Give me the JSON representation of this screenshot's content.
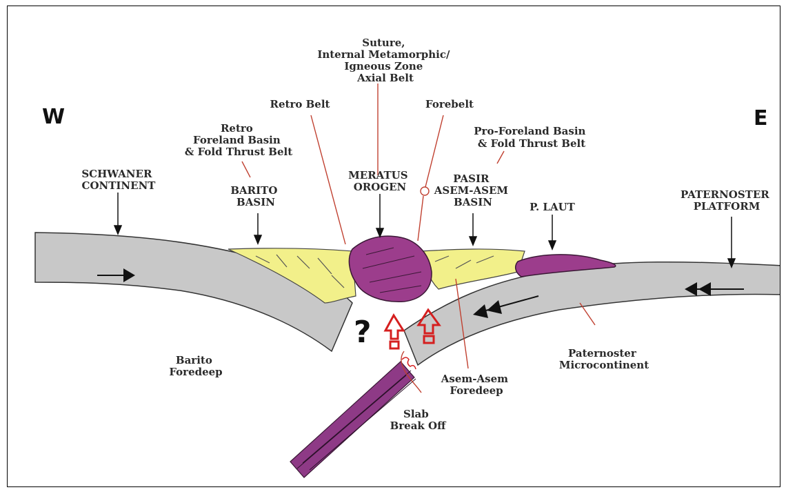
{
  "labels": {
    "west": "W",
    "east": "E",
    "suture": [
      "Suture,",
      "Internal Metamorphic/",
      "Igneous Zone",
      "Axial Belt"
    ],
    "retro_belt": "Retro Belt",
    "forebelt": "Forebelt",
    "retro_foreland": [
      "Retro",
      "Foreland Basin",
      "& Fold Thrust Belt"
    ],
    "pro_foreland": [
      "Pro-Foreland Basin",
      "& Fold Thrust Belt"
    ],
    "schwaner": [
      "SCHWANER",
      "CONTINENT"
    ],
    "barito_basin": [
      "BARITO",
      "BASIN"
    ],
    "meratus": [
      "MERATUS",
      "OROGEN"
    ],
    "pasir": [
      "PASIR",
      "ASEM-ASEM",
      "BASIN"
    ],
    "plaut": "P. LAUT",
    "paternoster_platform": [
      "PATERNOSTER",
      "PLATFORM"
    ],
    "barito_foredeep": [
      "Barito",
      "Foredeep"
    ],
    "asem_foredeep": [
      "Asem-Asem",
      "Foredeep"
    ],
    "paternoster_micro": [
      "Paternoster",
      "Microcontinent"
    ],
    "slab": [
      "Slab",
      "Break Off"
    ],
    "question": "?"
  },
  "colors": {
    "plate": "#c8c8c8",
    "sediment": "#f2f08a",
    "orogen": "#9c3d8c",
    "leader": "#c04030",
    "uplift_arrow": "#d51f1f"
  }
}
